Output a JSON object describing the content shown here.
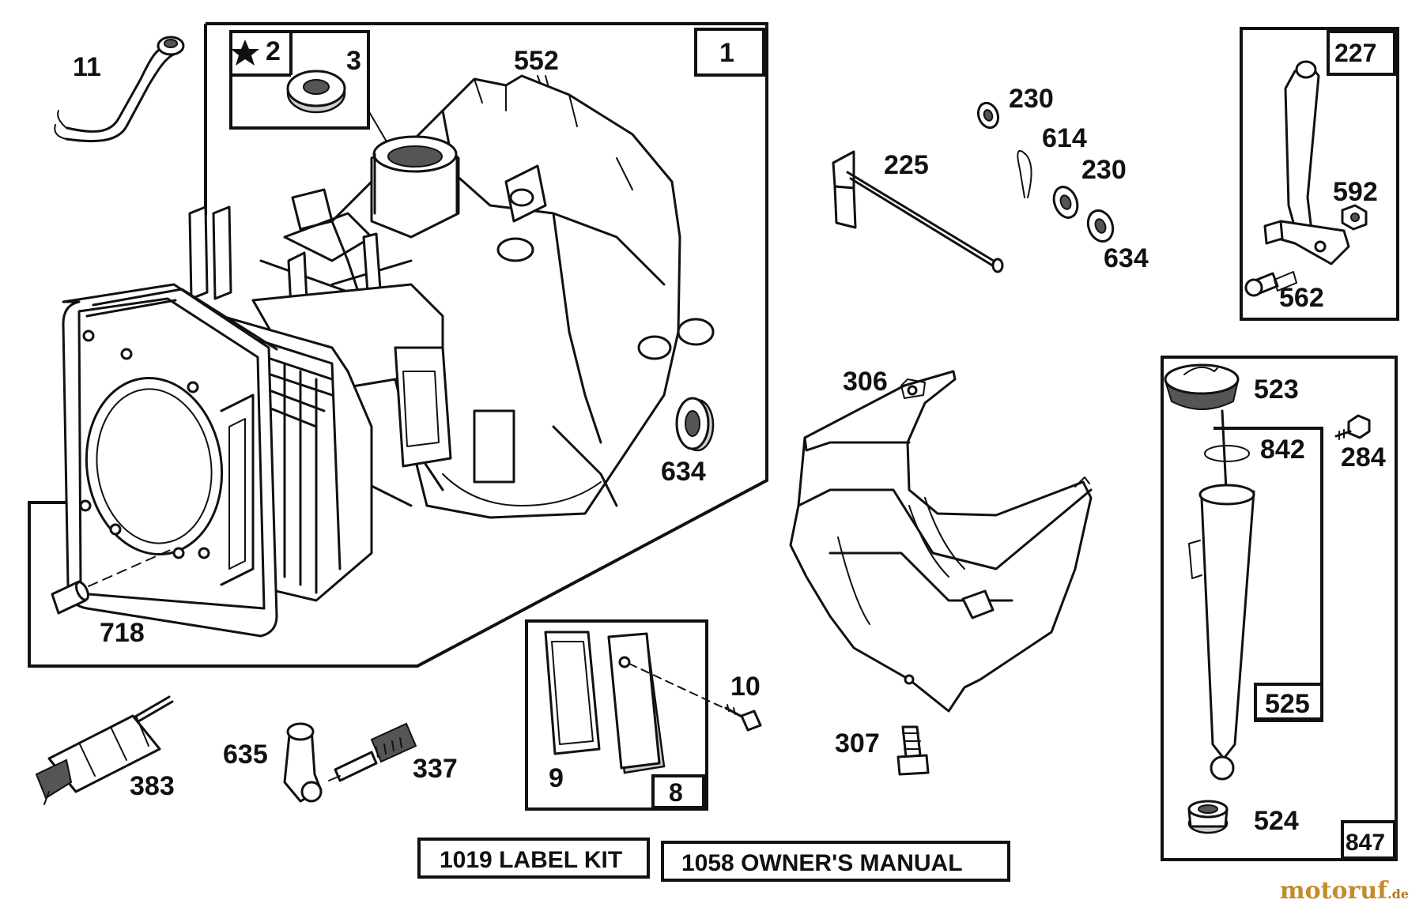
{
  "callouts": {
    "c11": "11",
    "c2": "2",
    "c3": "3",
    "c552": "552",
    "c1": "1",
    "c634a": "634",
    "c718": "718",
    "c383": "383",
    "c635": "635",
    "c337": "337",
    "c9": "9",
    "c8": "8",
    "c10": "10",
    "c230a": "230",
    "c614": "614",
    "c230b": "230",
    "c225": "225",
    "c634b": "634",
    "c306": "306",
    "c307": "307",
    "c227": "227",
    "c592": "592",
    "c562": "562",
    "c523": "523",
    "c842": "842",
    "c284": "284",
    "c525": "525",
    "c524": "524",
    "c847": "847"
  },
  "kits": {
    "label_kit": "1019 LABEL KIT",
    "owners_manual": "1058 OWNER'S MANUAL"
  },
  "watermark": {
    "brand": "motoruf",
    "tld": ".de"
  },
  "colors": {
    "line": "#111111",
    "watermark": "#c58a2a"
  },
  "icons": {
    "star": "star-icon"
  }
}
